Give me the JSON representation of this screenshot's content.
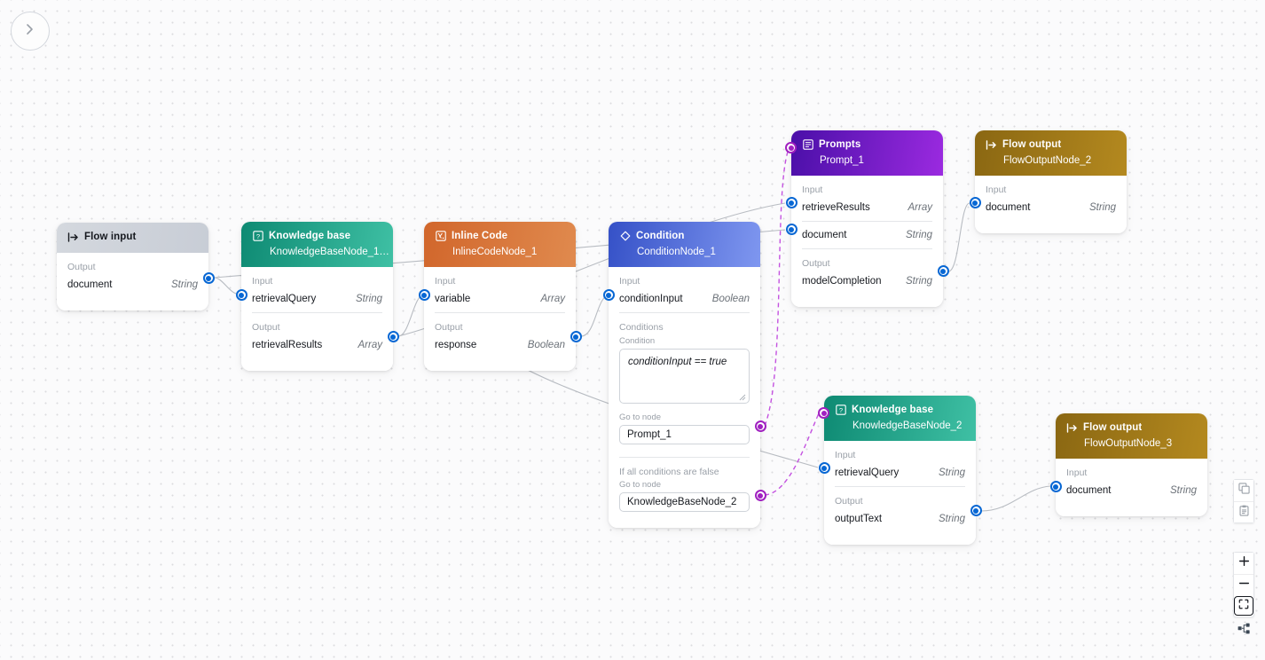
{
  "canvas": {
    "collapse_button_icon": "chevron-right-icon"
  },
  "nodes": [
    {
      "id": "flow-input-1",
      "type": "Flow input",
      "type_icon": "flow-input-icon",
      "name": "",
      "theme": "gray",
      "sections": [
        {
          "label": "Output",
          "ports": [
            {
              "name": "document",
              "type": "String"
            }
          ]
        }
      ]
    },
    {
      "id": "knowledge-base-1",
      "type": "Knowledge base",
      "type_icon": "knowledge-base-icon",
      "name": "KnowledgeBaseNode_1…",
      "theme": "teal",
      "sections": [
        {
          "label": "Input",
          "ports": [
            {
              "name": "retrievalQuery",
              "type": "String"
            }
          ]
        },
        {
          "label": "Output",
          "ports": [
            {
              "name": "retrievalResults",
              "type": "Array"
            }
          ]
        }
      ]
    },
    {
      "id": "inline-code-1",
      "type": "Inline Code",
      "type_icon": "inline-code-icon",
      "name": "InlineCodeNode_1",
      "theme": "orange",
      "sections": [
        {
          "label": "Input",
          "ports": [
            {
              "name": "variable",
              "type": "Array"
            }
          ]
        },
        {
          "label": "Output",
          "ports": [
            {
              "name": "response",
              "type": "Boolean"
            }
          ]
        }
      ]
    },
    {
      "id": "condition-1",
      "type": "Condition",
      "type_icon": "condition-diamond-icon",
      "name": "ConditionNode_1",
      "theme": "blue",
      "sections": [
        {
          "label": "Input",
          "ports": [
            {
              "name": "conditionInput",
              "type": "Boolean"
            }
          ]
        }
      ],
      "conditions": {
        "section_label": "Conditions",
        "condition_label": "Condition",
        "condition_value": "conditionInput == true",
        "goto_label": "Go to node",
        "goto_value": "Prompt_1",
        "else_label": "If all conditions are false",
        "else_goto_label": "Go to node",
        "else_goto_value": "KnowledgeBaseNode_2"
      }
    },
    {
      "id": "prompts-1",
      "type": "Prompts",
      "type_icon": "prompts-icon",
      "name": "Prompt_1",
      "theme": "purple",
      "sections": [
        {
          "label": "Input",
          "ports": [
            {
              "name": "retrieveResults",
              "type": "Array"
            },
            {
              "name": "document",
              "type": "String"
            }
          ]
        },
        {
          "label": "Output",
          "ports": [
            {
              "name": "modelCompletion",
              "type": "String"
            }
          ]
        }
      ]
    },
    {
      "id": "flow-output-2",
      "type": "Flow output",
      "type_icon": "flow-output-icon",
      "name": "FlowOutputNode_2",
      "theme": "gold",
      "sections": [
        {
          "label": "Input",
          "ports": [
            {
              "name": "document",
              "type": "String"
            }
          ]
        }
      ]
    },
    {
      "id": "knowledge-base-2",
      "type": "Knowledge base",
      "type_icon": "knowledge-base-icon",
      "name": "KnowledgeBaseNode_2",
      "theme": "teal",
      "sections": [
        {
          "label": "Input",
          "ports": [
            {
              "name": "retrievalQuery",
              "type": "String"
            }
          ]
        },
        {
          "label": "Output",
          "ports": [
            {
              "name": "outputText",
              "type": "String"
            }
          ]
        }
      ]
    },
    {
      "id": "flow-output-3",
      "type": "Flow output",
      "type_icon": "flow-output-icon",
      "name": "FlowOutputNode_3",
      "theme": "gold",
      "sections": [
        {
          "label": "Input",
          "ports": [
            {
              "name": "document",
              "type": "String"
            }
          ]
        }
      ]
    }
  ],
  "toolbar": {
    "copy_icon": "copy-icon",
    "paste_icon": "clipboard-paste-icon",
    "zoom_in_icon": "plus-icon",
    "zoom_out_icon": "minus-icon",
    "fit_view_icon": "fit-to-screen-icon",
    "layout_icon": "auto-layout-tree-icon"
  },
  "colors": {
    "port_blue": "#0767d4",
    "port_magenta": "#a020c0",
    "edge_gray": "#b8bcc2",
    "canvas_bg": "#fbfbfc"
  },
  "labels": {
    "flow_input_title": "Flow input",
    "knowledge_base_title": "Knowledge base",
    "inline_code_title": "Inline Code",
    "condition_title": "Condition",
    "prompts_title": "Prompts",
    "flow_output_title": "Flow output"
  }
}
